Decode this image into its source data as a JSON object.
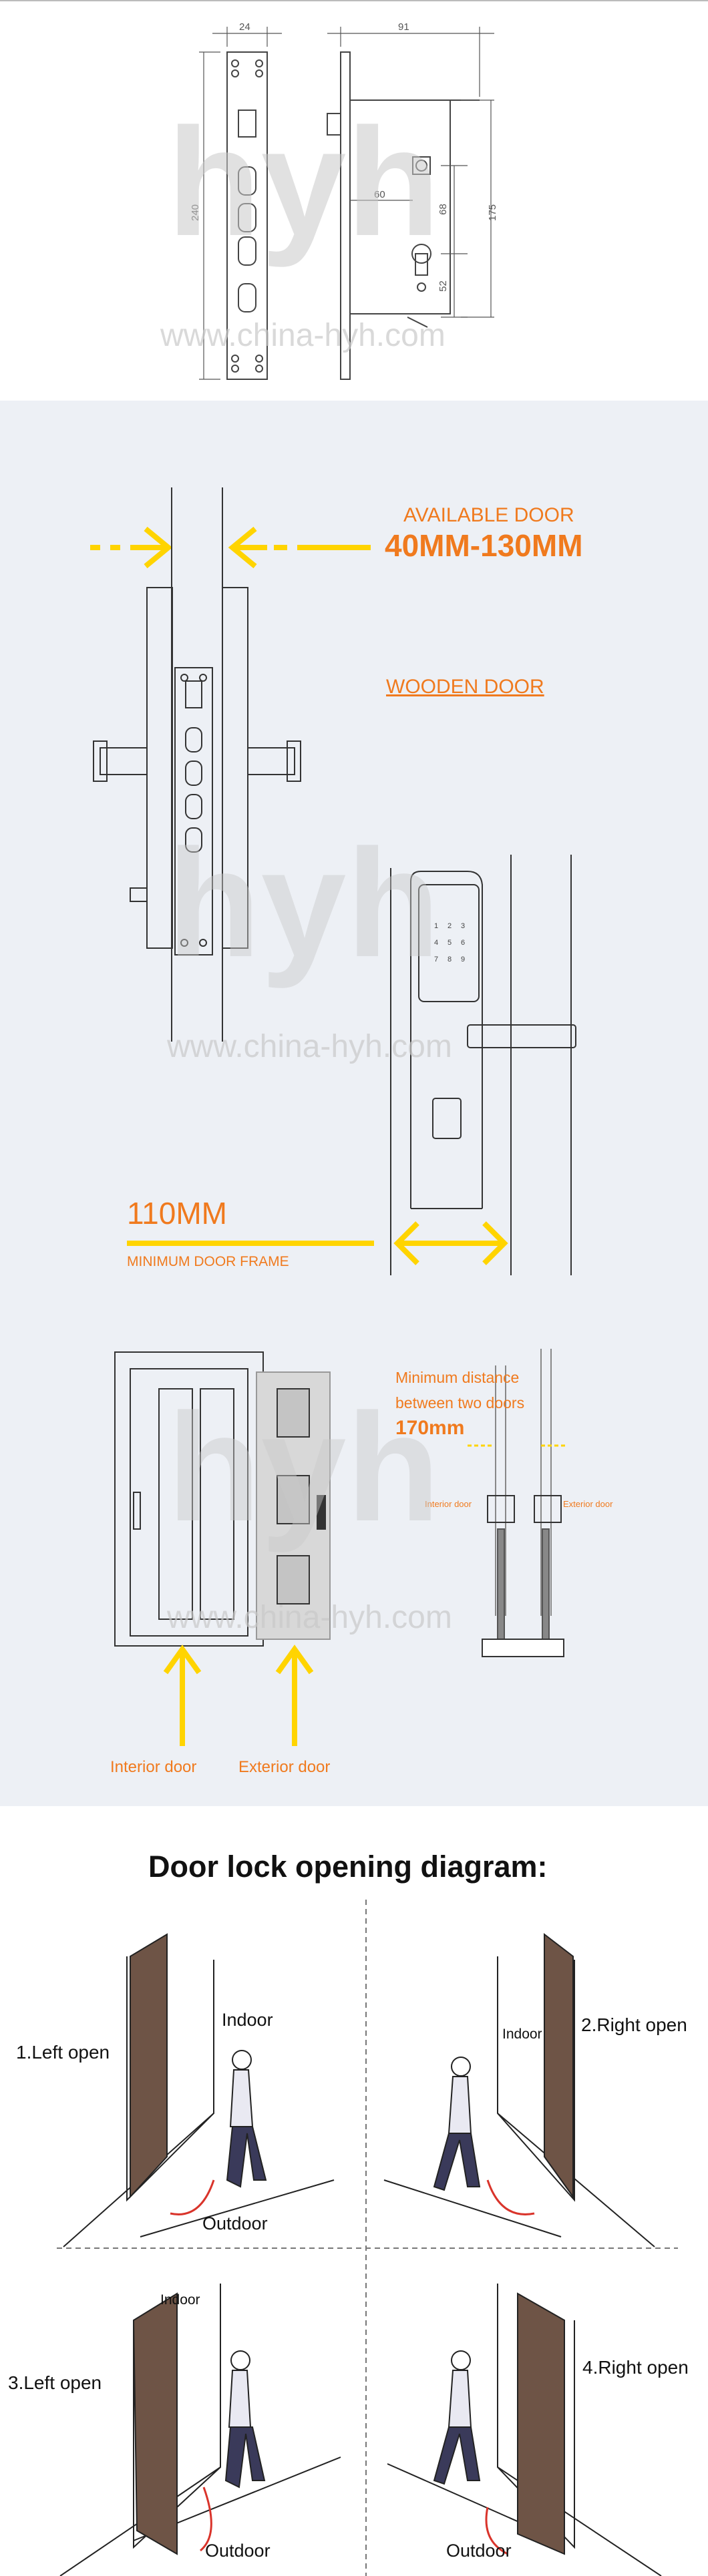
{
  "spec": {
    "dims": {
      "d24": "24",
      "d91": "91",
      "d240": "240",
      "d60": "60",
      "d68": "68",
      "d175": "175",
      "d52": "52"
    }
  },
  "install": {
    "available_door_label": "AVAILABLE DOOR",
    "door_range": "40MM-130MM",
    "wooden_door": "WOODEN DOOR",
    "frame_size": "110MM",
    "frame_label": "MINIMUM DOOR FRAME",
    "keypad_keys": [
      "1",
      "2",
      "3",
      "4",
      "5",
      "6",
      "7",
      "8",
      "9"
    ],
    "min_distance_1": "Minimum distance",
    "min_distance_2": "between two doors",
    "min_distance_value": "170mm",
    "interior_small": "Interior door",
    "exterior_small": "Exterior door",
    "interior_door": "Interior door",
    "exterior_door": "Exterior door"
  },
  "watermark": {
    "logo": "hyh",
    "url": "www.china-hyh.com"
  },
  "opening": {
    "title": "Door lock opening diagram:",
    "q1": {
      "label": "1.Left open",
      "indoor": "Indoor",
      "outdoor": "Outdoor"
    },
    "q2": {
      "label": "2.Right open",
      "indoor": "Indoor"
    },
    "q3": {
      "label": "3.Left open",
      "indoor": "Indoor",
      "outdoor": "Outdoor"
    },
    "q4": {
      "label": "4.Right open",
      "outdoor": "Outdoor"
    }
  },
  "colors": {
    "yellow": "#ffd400",
    "orange": "#f07a1e",
    "panel": "#edf0f5",
    "door": "#6e5446"
  }
}
